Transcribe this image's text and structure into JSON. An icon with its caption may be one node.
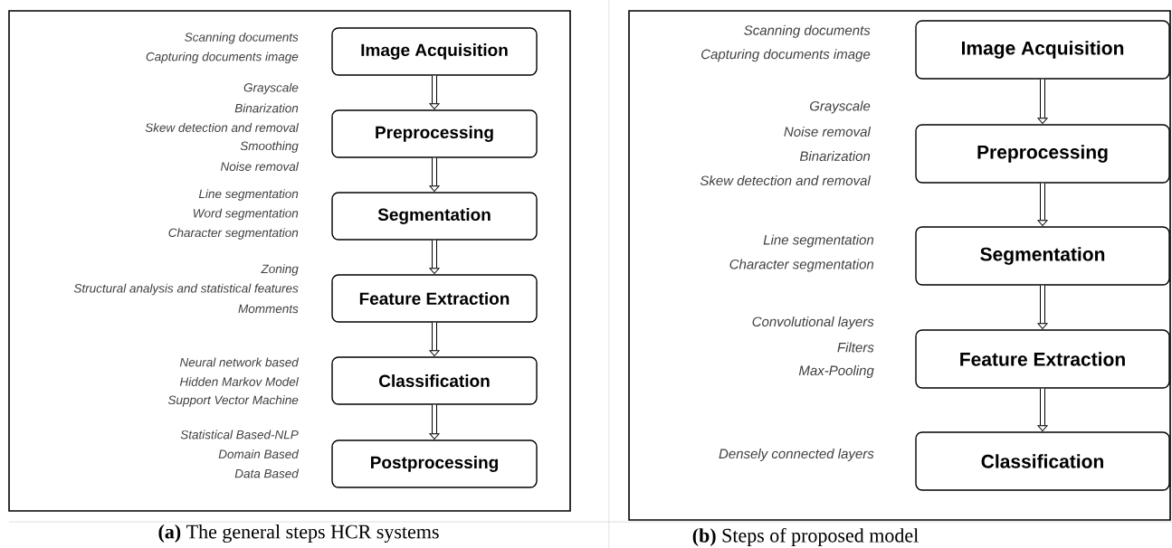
{
  "diagram": {
    "nodes": [
      {
        "text": [],
        "shape": "box",
        "beside": [
          "**(a)** The general steps HCR systems"
        ]
      },
      {
        "text": [
          "Image Acquisition"
        ],
        "in": 0,
        "beside": [
          "Scanning documents",
          "Capturing documents image"
        ]
      },
      {
        "text": [
          "Preprocessing"
        ],
        "in": 0,
        "beside": [
          "Grayscale",
          "Binarization",
          "Skew detection and removal",
          "Smoothing",
          "Noise removal"
        ]
      },
      {
        "text": [
          "Segmentation"
        ],
        "in": 0,
        "beside": [
          "Line segmentation",
          "Word segmentation",
          "Character segmentation"
        ]
      },
      {
        "text": [
          "Feature Extraction"
        ],
        "in": 0,
        "beside": [
          "Zoning",
          "Structural analysis and statistical features",
          "Momments"
        ]
      },
      {
        "text": [
          "Classification"
        ],
        "in": 0,
        "beside": [
          "Neural network based",
          "Hidden Markov Model",
          "Support Vector Machine"
        ]
      },
      {
        "text": [
          "Postprocessing"
        ],
        "in": 0,
        "beside": [
          "Statistical Based-NLP",
          "Domain Based",
          "Data Based"
        ]
      },
      {
        "text": [],
        "shape": "box",
        "beside": [
          "**(b)** Steps of proposed model"
        ]
      },
      {
        "text": [
          "Image Acquisition"
        ],
        "in": 7,
        "beside": [
          "Scanning documents",
          "Capturing documents image"
        ]
      },
      {
        "text": [
          "Preprocessing"
        ],
        "in": 7,
        "beside": [
          "Grayscale",
          "Noise removal",
          "Binarization",
          "Skew detection and removal"
        ]
      },
      {
        "text": [
          "Segmentation"
        ],
        "in": 7,
        "beside": [
          "Line segmentation",
          "Character segmentation"
        ]
      },
      {
        "text": [
          "Feature Extraction"
        ],
        "in": 7,
        "beside": [
          "Convolutional layers",
          "Filters",
          "Max-Pooling"
        ]
      },
      {
        "text": [
          "Classification"
        ],
        "in": 7,
        "beside": [
          "Densely connected layers"
        ]
      }
    ],
    "edges": [
      {
        "from": 1,
        "to": 2,
        "arrow": "to"
      },
      {
        "from": 2,
        "to": 3,
        "arrow": "to"
      },
      {
        "from": 3,
        "to": 4,
        "arrow": "to"
      },
      {
        "from": 4,
        "to": 5,
        "arrow": "to"
      },
      {
        "from": 5,
        "to": 6,
        "arrow": "to"
      },
      {
        "from": 8,
        "to": 9,
        "arrow": "to"
      },
      {
        "from": 9,
        "to": 10,
        "arrow": "to"
      },
      {
        "from": 10,
        "to": 11,
        "arrow": "to"
      },
      {
        "from": 11,
        "to": 12,
        "arrow": "to"
      }
    ]
  }
}
